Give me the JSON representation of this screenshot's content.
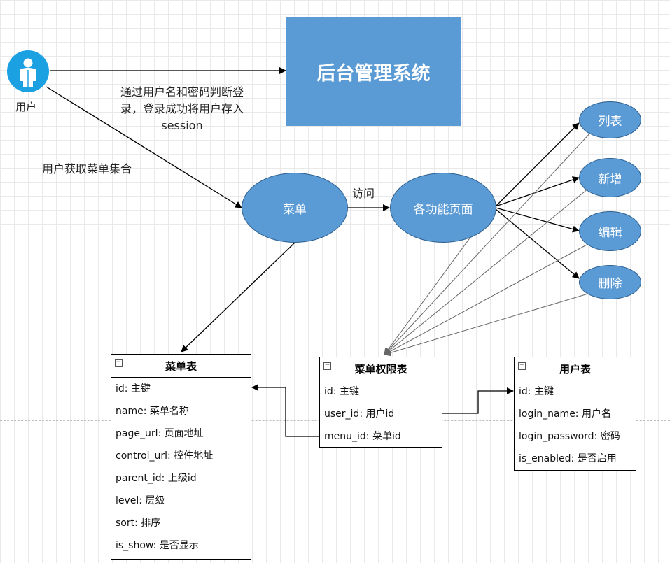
{
  "user": {
    "label": "用户"
  },
  "system_box": {
    "title": "后台管理系统"
  },
  "edge_labels": {
    "login_line1": "通过用户名和密码判断登",
    "login_line2": "录，登录成功将用户存入",
    "login_line3": "session",
    "get_menu": "用户获取菜单集合",
    "visit": "访问"
  },
  "nodes": {
    "menu": "菜单",
    "pages": "各功能页面",
    "list": "列表",
    "add": "新增",
    "edit": "编辑",
    "delete": "删除"
  },
  "tables": {
    "menu_table": {
      "title": "菜单表",
      "rows": [
        "id: 主键",
        "name: 菜单名称",
        "page_url: 页面地址",
        "control_url: 控件地址",
        "parent_id: 上级id",
        "level: 层级",
        "sort: 排序",
        "is_show: 是否显示"
      ]
    },
    "perm_table": {
      "title": "菜单权限表",
      "rows": [
        "id: 主键",
        "user_id: 用户id",
        "menu_id: 菜单id"
      ]
    },
    "user_table": {
      "title": "用户表",
      "rows": [
        "id: 主键",
        "login_name: 用户名",
        "login_password: 密码",
        "is_enabled: 是否启用"
      ]
    }
  },
  "colors": {
    "node_fill": "#5b9bd5",
    "user_icon": "#1ba1e2"
  }
}
